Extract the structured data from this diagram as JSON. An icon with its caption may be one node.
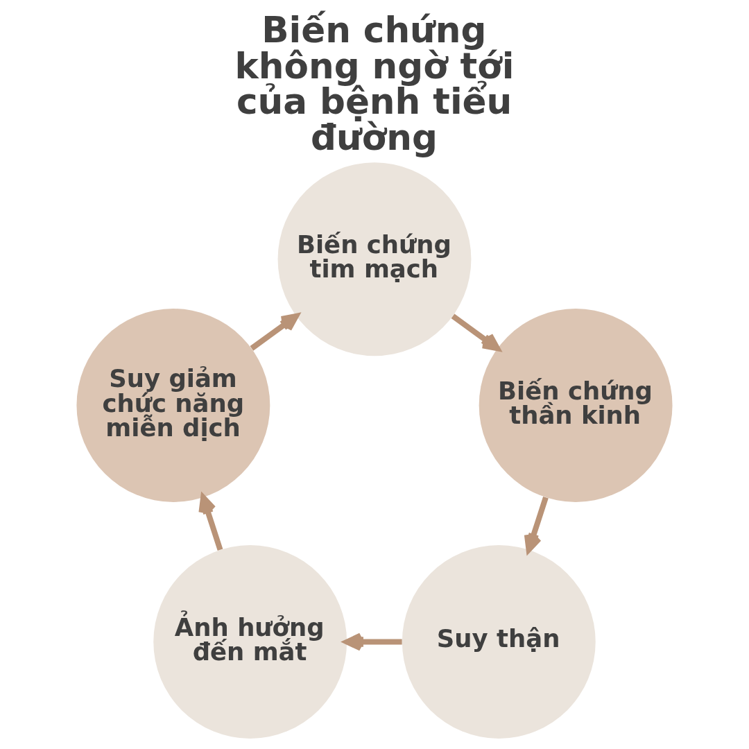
{
  "diagram": {
    "title": "Biến chứng không ngờ tới của bệnh tiểu đường",
    "nodes": [
      {
        "text": [
          "Biến chứng tim mạch"
        ]
      },
      {
        "text": [
          "Biến chứng thần kinh"
        ]
      },
      {
        "text": [
          "Suy thận"
        ]
      },
      {
        "text": [
          "Ảnh hưởng đến mắt"
        ]
      },
      {
        "text": [
          "Suy giảm chức năng miễn dịch"
        ]
      }
    ],
    "edges": [
      {
        "from": 0,
        "to": 1,
        "arrow": "to"
      },
      {
        "from": 1,
        "to": 2,
        "arrow": "to"
      },
      {
        "from": 2,
        "to": 3,
        "arrow": "to"
      },
      {
        "from": 3,
        "to": 4,
        "arrow": "to"
      },
      {
        "from": 4,
        "to": 0,
        "arrow": "to"
      }
    ]
  }
}
